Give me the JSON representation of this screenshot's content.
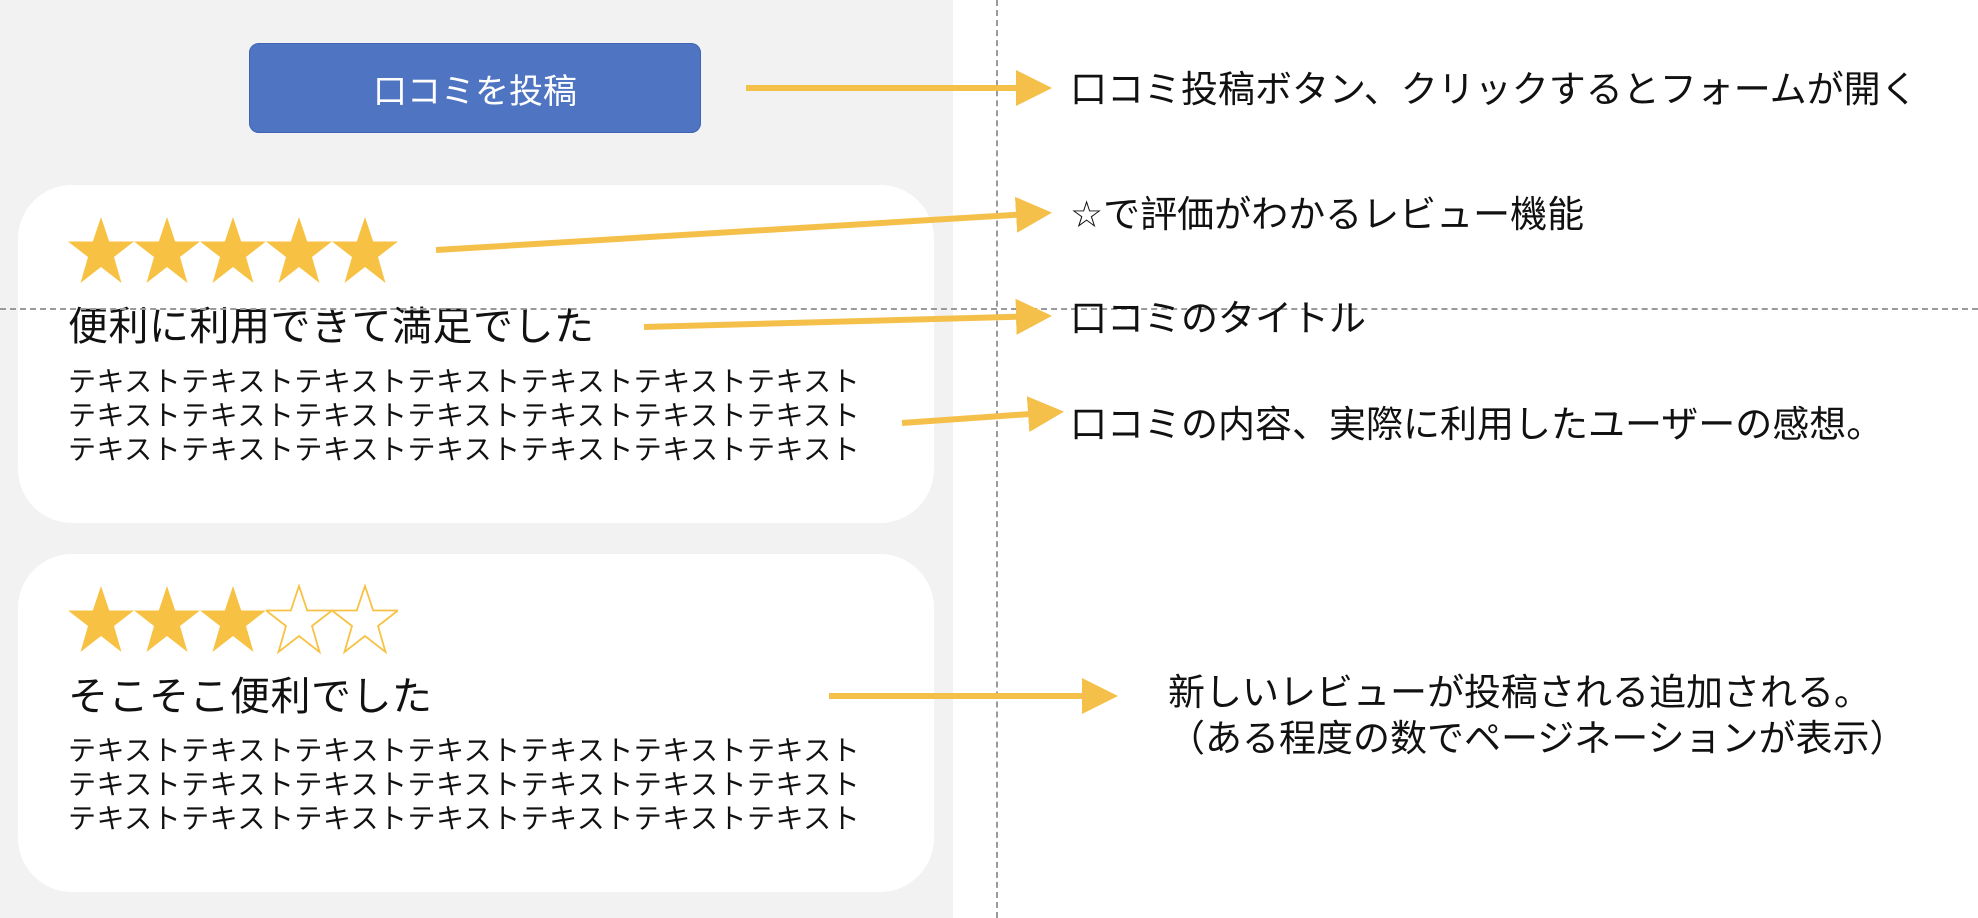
{
  "post_button": {
    "label": "口コミを投稿"
  },
  "reviews": [
    {
      "rating": 5,
      "max_rating": 5,
      "title": "便利に利用できて満足でした",
      "body": [
        "テキストテキストテキストテキストテキストテキストテキスト",
        "テキストテキストテキストテキストテキストテキストテキスト",
        "テキストテキストテキストテキストテキストテキストテキスト"
      ]
    },
    {
      "rating": 3,
      "max_rating": 5,
      "title": "そこそこ便利でした",
      "body": [
        "テキストテキストテキストテキストテキストテキストテキスト",
        "テキストテキストテキストテキストテキストテキストテキスト",
        "テキストテキストテキストテキストテキストテキストテキスト"
      ]
    }
  ],
  "annotations": {
    "post_button": "口コミ投稿ボタン、クリックするとフォームが開く",
    "rating": "☆で評価がわかるレビュー機能",
    "title": "口コミのタイトル",
    "body": "口コミの内容、実際に利用したユーザーの感想。",
    "new_review": [
      "新しいレビューが投稿される追加される。",
      "（ある程度の数でページネーションが表示）"
    ]
  },
  "colors": {
    "button": "#4f74c2",
    "star": "#f7c243",
    "arrow": "#f4c04a",
    "panel": "#f2f2f2"
  },
  "icons": {
    "star_filled": "star-filled-icon",
    "star_empty": "star-empty-icon"
  }
}
